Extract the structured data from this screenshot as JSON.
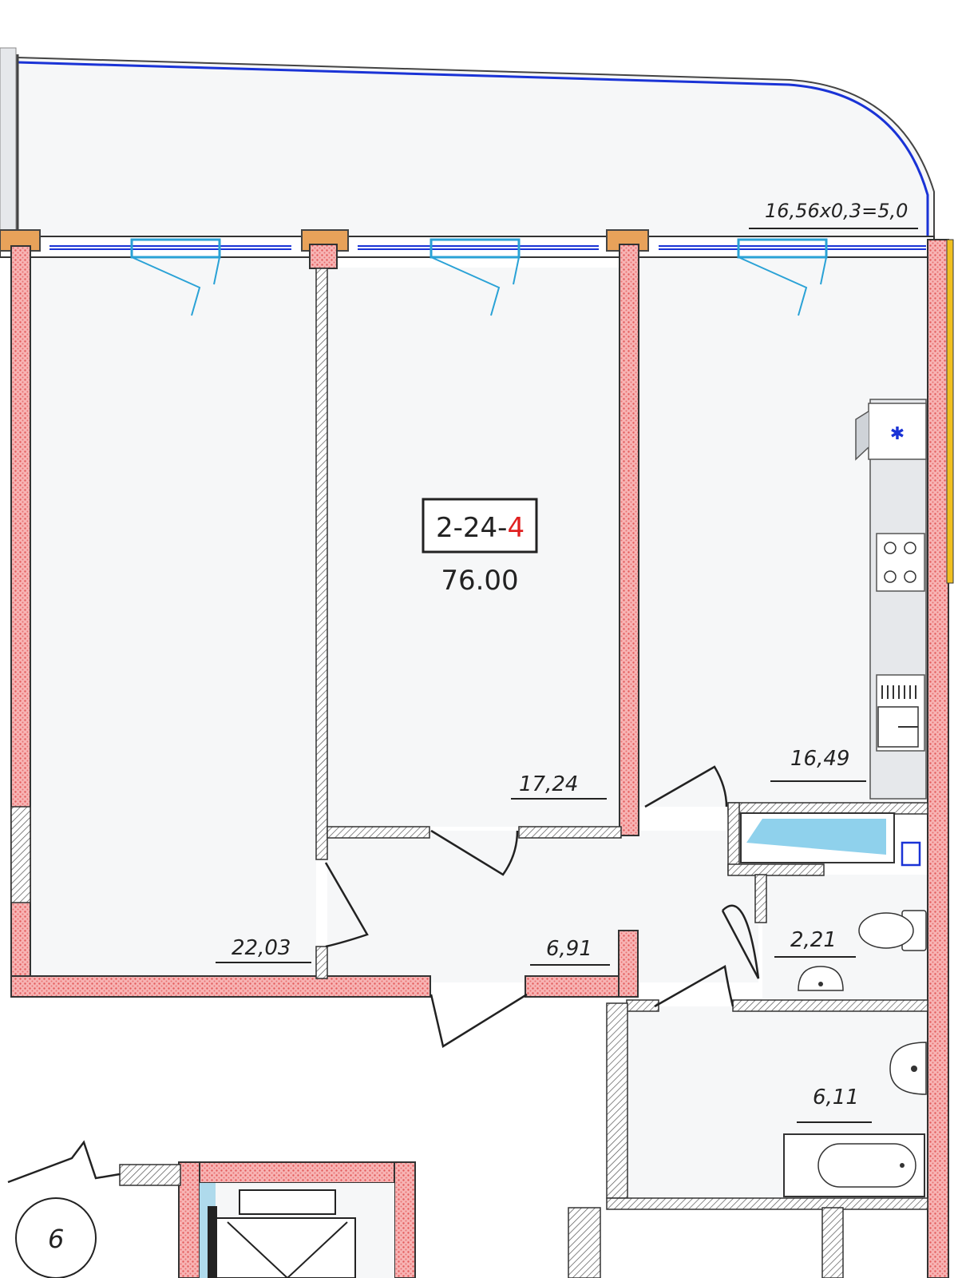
{
  "unit": {
    "code_prefix": "2-24-",
    "code_suffix": "4",
    "total_area": "76.00"
  },
  "rooms": [
    {
      "id": "room-left",
      "area": "22,03"
    },
    {
      "id": "room-middle",
      "area": "17,24"
    },
    {
      "id": "kitchen",
      "area": "16,49"
    },
    {
      "id": "hall",
      "area": "6,91"
    },
    {
      "id": "wc",
      "area": "2,21"
    },
    {
      "id": "bathroom",
      "area": "6,11"
    }
  ],
  "balcony": {
    "label": "16,56x0,3=5,0"
  },
  "stair_marker": "6",
  "colors": {
    "wall_fill": "#f4a3a3",
    "wall_hatch": "#e05555",
    "glass": "#1a33d6",
    "column": "#e8a25a",
    "accent_red": "#e02020",
    "room_fill": "#f6f7f8",
    "fixture": "#e6e8eb"
  },
  "icons": [
    "window-icon",
    "stove-icon",
    "sink-icon",
    "toilet-icon",
    "washbasin-icon",
    "bathtub-icon",
    "fan-icon",
    "door-icon"
  ]
}
